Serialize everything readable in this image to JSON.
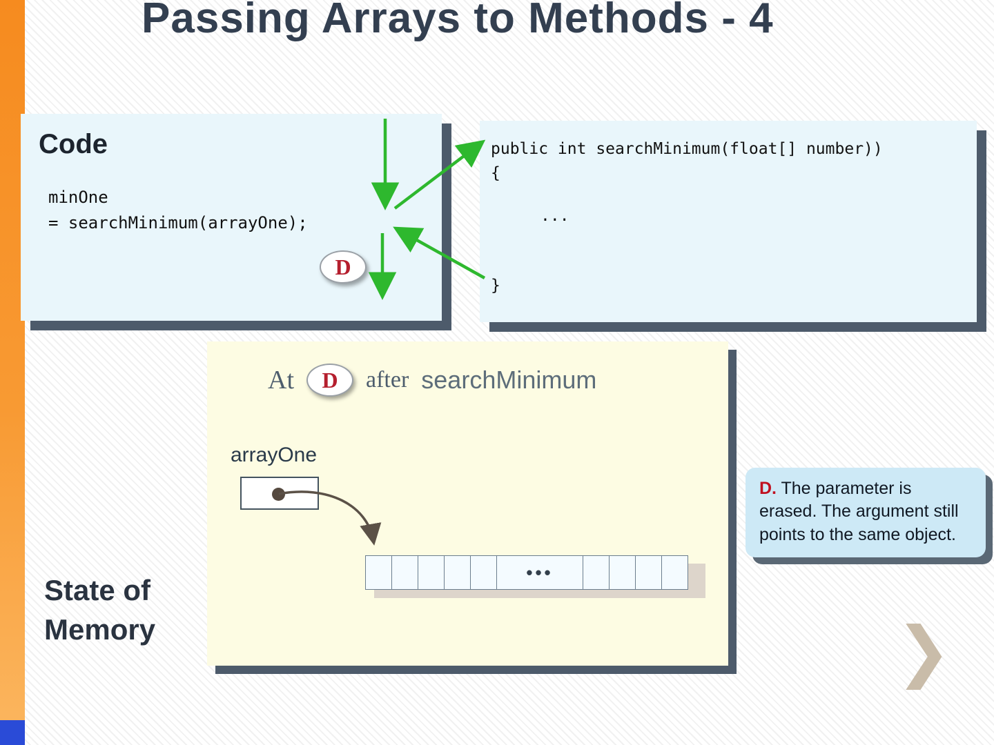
{
  "slide": {
    "title": "Passing Arrays to Methods - 4",
    "state_label": "State of Memory",
    "next_glyph": "❯"
  },
  "code_box": {
    "heading": "Code",
    "lines": [
      "minOne",
      "= searchMinimum(arrayOne);"
    ],
    "badge": "D"
  },
  "method_box": {
    "lines": [
      "public int searchMinimum(float[] number))",
      "{",
      "...",
      "}"
    ]
  },
  "memory_box": {
    "caption_at": "At",
    "badge": "D",
    "caption_after": "after",
    "caption_fn": "searchMinimum",
    "array_label": "arrayOne",
    "array_ellipsis": "•••"
  },
  "callout": {
    "prefix": "D.",
    "text": " The parameter is erased. The argument still points to the same object."
  },
  "colors": {
    "accent_orange": "#f68b1f",
    "accent_blue": "#2a4bd7",
    "panel_azure": "#e9f6fb",
    "panel_yellow": "#fdfce3",
    "shadow_slate": "#4d5b6b",
    "arrow_green": "#2eb82e",
    "badge_red": "#b51f2e",
    "callout_blue": "#cde9f6"
  }
}
